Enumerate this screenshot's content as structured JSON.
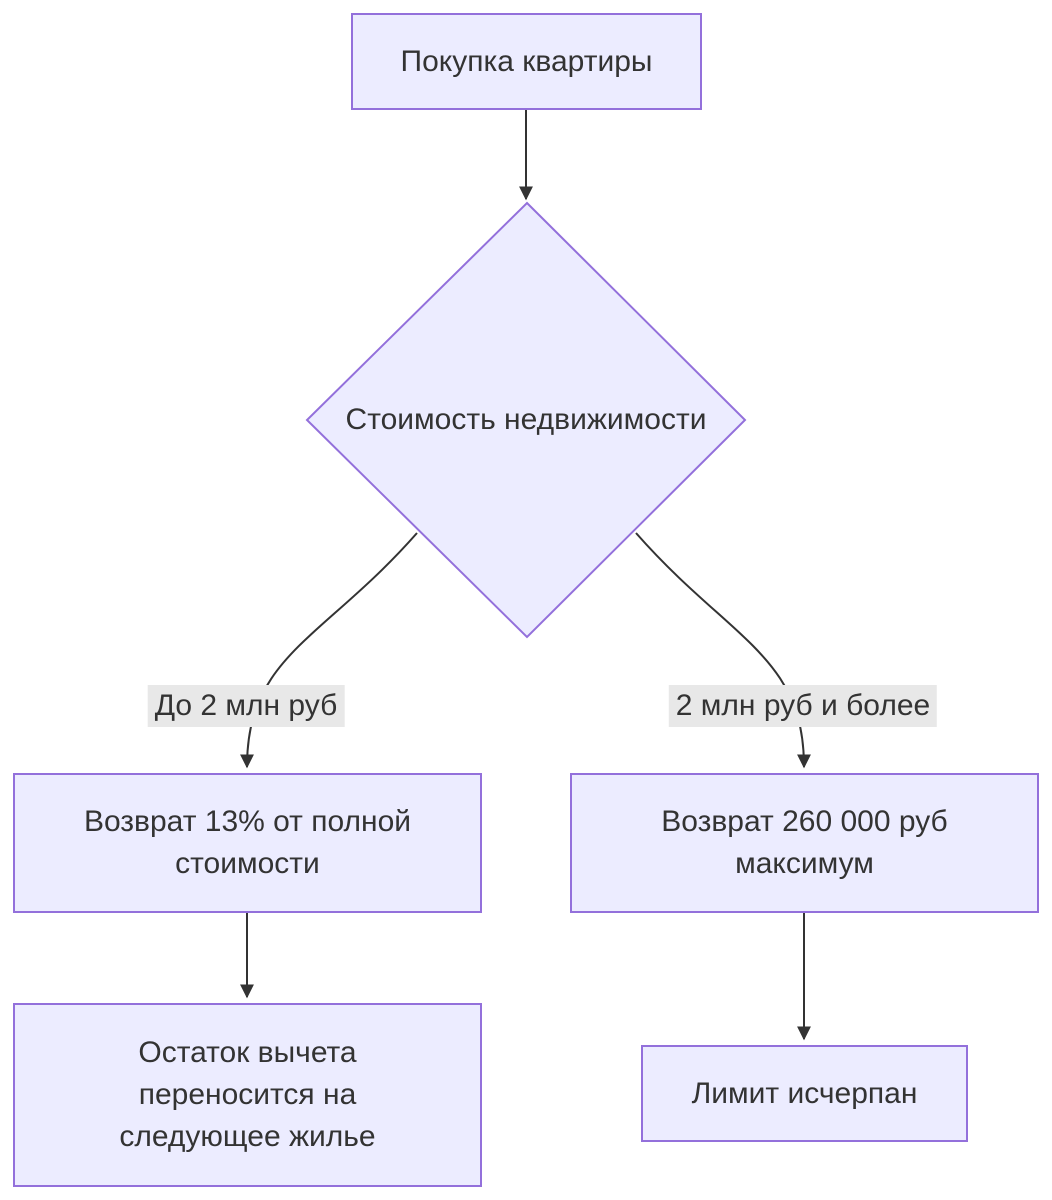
{
  "diagram": {
    "type": "flowchart",
    "direction": "top-down",
    "colors": {
      "node_fill": "#ECECFF",
      "node_border": "#9370DB",
      "edge_color": "#333333",
      "text_color": "#333333",
      "edge_label_bg": "#e8e8e8",
      "canvas_bg": "#ffffff"
    },
    "nodes": {
      "start": {
        "shape": "rect",
        "lines": [
          "Покупка квартиры"
        ]
      },
      "decision": {
        "shape": "diamond",
        "lines": [
          "Стоимость недвижимости"
        ]
      },
      "refund13": {
        "shape": "rect",
        "lines": [
          "Возврат 13% от полной",
          "стоимости"
        ]
      },
      "refund260": {
        "shape": "rect",
        "lines": [
          "Возврат 260 000 руб",
          "максимум"
        ]
      },
      "carryover": {
        "shape": "rect",
        "lines": [
          "Остаток вычета",
          "переносится на",
          "следующее жилье"
        ]
      },
      "limit": {
        "shape": "rect",
        "lines": [
          "Лимит исчерпан"
        ]
      }
    },
    "edges": {
      "start_to_decision": {
        "label": ""
      },
      "decision_to_refund13": {
        "label": "До 2 млн руб"
      },
      "decision_to_refund260": {
        "label": "2 млн руб и более"
      },
      "refund13_to_carryover": {
        "label": ""
      },
      "refund260_to_limit": {
        "label": ""
      }
    }
  }
}
